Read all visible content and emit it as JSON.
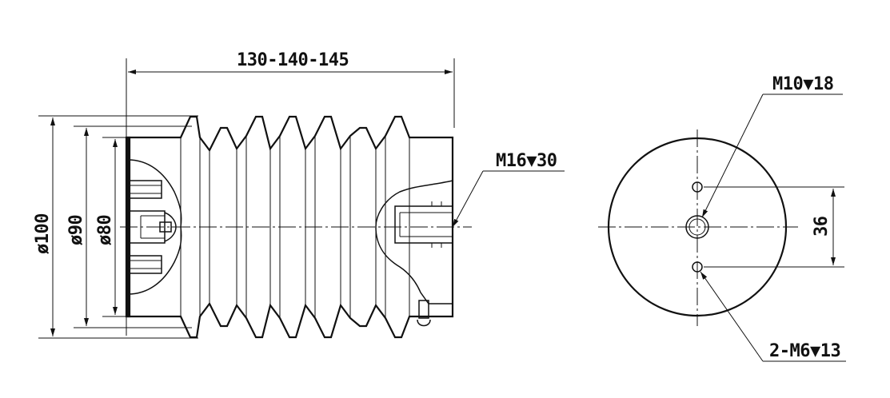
{
  "drawing": {
    "dim_overall_length": "130-140-145",
    "dim_dia_100": "ø100",
    "dim_dia_90": "ø90",
    "dim_dia_80": "ø80",
    "dim_thread_side": "M16▼30",
    "dim_thread_center": "M10▼18",
    "dim_hole_spacing": "36",
    "dim_thread_pair": "2-M6▼13"
  }
}
